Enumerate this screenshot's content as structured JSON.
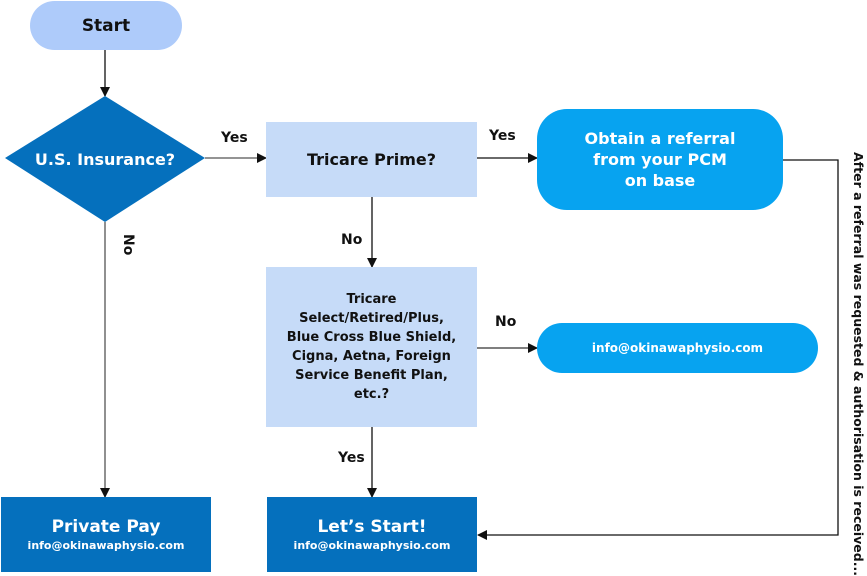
{
  "colors": {
    "light_blue": "#aecbfa",
    "pale_blue": "#c6dbf8",
    "dark_blue": "#0570bd",
    "bright_blue": "#07a3f0",
    "line": "#111111"
  },
  "nodes": {
    "start": "Start",
    "us_insurance": "U.S. Insurance?",
    "tricare_prime": "Tricare Prime?",
    "obtain_referral": [
      "Obtain a referral",
      "from your PCM",
      "on base"
    ],
    "other_insurance": [
      "Tricare",
      "Select/Retired/Plus,",
      "Blue Cross Blue Shield,",
      "Cigna, Aetna, Foreign",
      "Service Benefit Plan,",
      "etc.?"
    ],
    "email_contact": "info@okinawaphysio.com",
    "private_pay": {
      "title": "Private Pay",
      "email": "info@okinawaphysio.com"
    },
    "lets_start": {
      "title": "Let’s Start!",
      "email": "info@okinawaphysio.com"
    }
  },
  "edge_labels": {
    "us_yes": "Yes",
    "us_no": "No",
    "prime_yes": "Yes",
    "prime_no": "No",
    "other_no": "No",
    "other_yes": "Yes",
    "referral_side": "After a referral was requested & authorisation is received..."
  }
}
